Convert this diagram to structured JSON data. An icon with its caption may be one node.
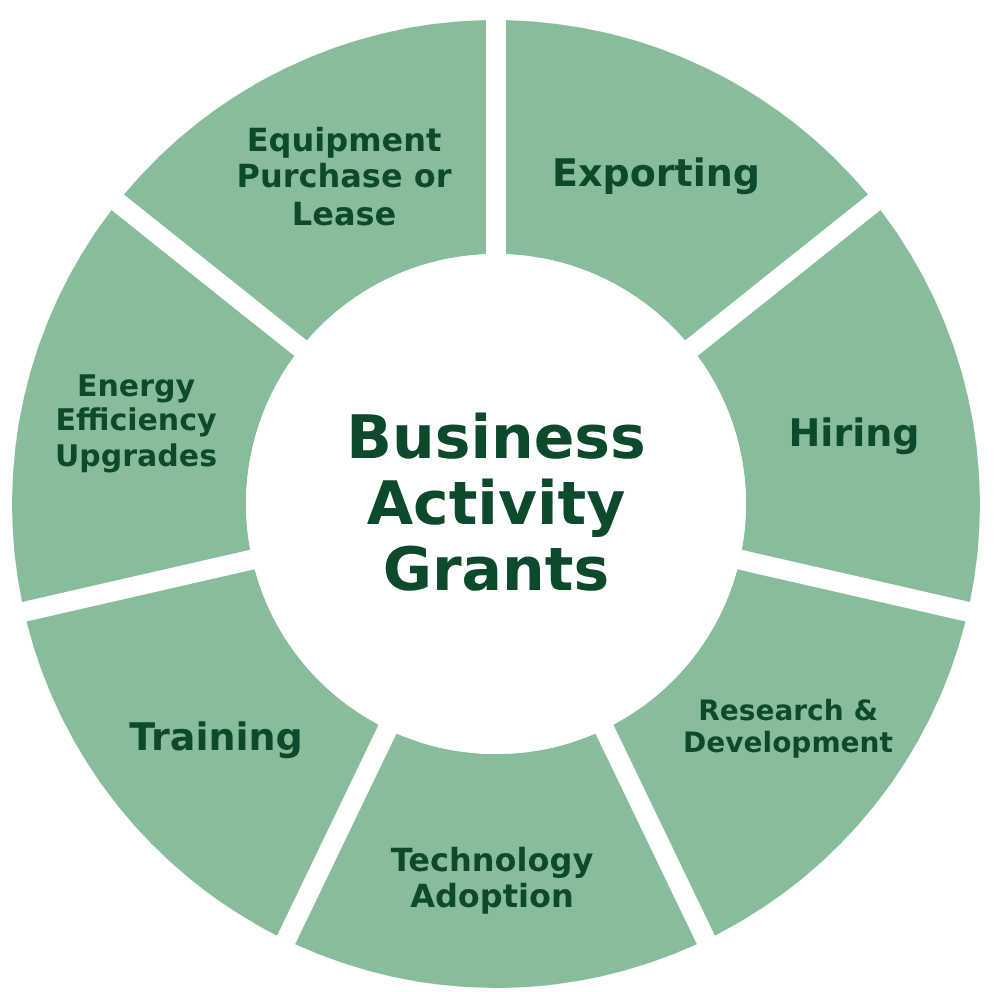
{
  "diagram": {
    "nodes": [
      {
        "text": [
          "Business Activity Grants"
        ]
      },
      {
        "text": [
          "Equipment Purchase or Lease"
        ]
      },
      {
        "text": [
          "Exporting"
        ]
      },
      {
        "text": [
          "Hiring"
        ]
      },
      {
        "text": [
          "Research & Development"
        ]
      },
      {
        "text": [
          "Technology Adoption"
        ]
      },
      {
        "text": [
          "Training"
        ]
      },
      {
        "text": [
          "Energy Efficiency Upgrades"
        ]
      }
    ]
  }
}
